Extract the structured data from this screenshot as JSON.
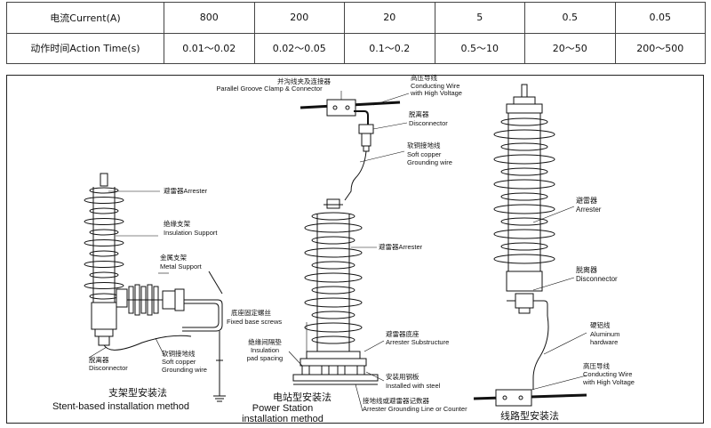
{
  "table": {
    "current_label": "电流Current(A)",
    "currents": [
      "800",
      "200",
      "20",
      "5",
      "0.5",
      "0.05"
    ],
    "time_label": "动作时间Action Time(s)",
    "times": [
      "0.01～0.02",
      "0.02～0.05",
      "0.1～0.2",
      "0.5～10",
      "20～50",
      "200～500"
    ]
  },
  "stent": {
    "arrester": "避雷器Arrester",
    "insulation_cn": "绝缘支架",
    "insulation_en": "Insulation Support",
    "metal_cn": "金属支架",
    "metal_en": "Metal Support",
    "disconnector_cn": "脱离器",
    "disconnector_en": "Disconnector",
    "copper_cn": "软铜接地线",
    "copper_en1": "Soft copper",
    "copper_en2": "Grounding wire",
    "caption_cn": "支架型安装法",
    "caption_en": "Stent-based installation method"
  },
  "station": {
    "clamp_cn": "并沟线夹及连接器",
    "clamp_en": "Parallel Groove Clamp & Connector",
    "hv_cn": "高压导线",
    "hv_en1": "Conducting Wire",
    "hv_en2": "with High Voltage",
    "disconnector_cn": "脱离器",
    "disconnector_en": "Disconnector",
    "copper_cn": "软铜接地线",
    "copper_en1": "Soft copper",
    "copper_en2": "Grounding wire",
    "arrester": "避雷器Arrester",
    "screws_cn": "底座固定螺丝",
    "screws_en": "Fixed base screws",
    "spacing_cn": "绝缘间隔垫",
    "spacing_en1": "Insulation",
    "spacing_en2": "pad spacing",
    "sub_cn": "避雷器底座",
    "sub_en": "Arrester  Substructure",
    "steel_cn": "安装用钢板",
    "steel_en": "Installed with steel",
    "counter_cn": "接地线或避雷器记数器",
    "counter_en": "Arrester Grounding Line or Counter",
    "caption_cn": "电站型安装法",
    "caption_en1": "Power Station",
    "caption_en2": "installation method"
  },
  "line": {
    "arrester_cn": "避雷器",
    "arrester_en": "Arrester",
    "disconnector_cn": "脱离器",
    "disconnector_en": "Disconnector",
    "alu_cn": "硬铝线",
    "alu_en1": "Aluminum",
    "alu_en2": "hardware",
    "hv_cn": "高压导线",
    "hv_en1": "Conducting Wire",
    "hv_en2": "with High Voltage",
    "caption_cn": "线路型安装法"
  }
}
